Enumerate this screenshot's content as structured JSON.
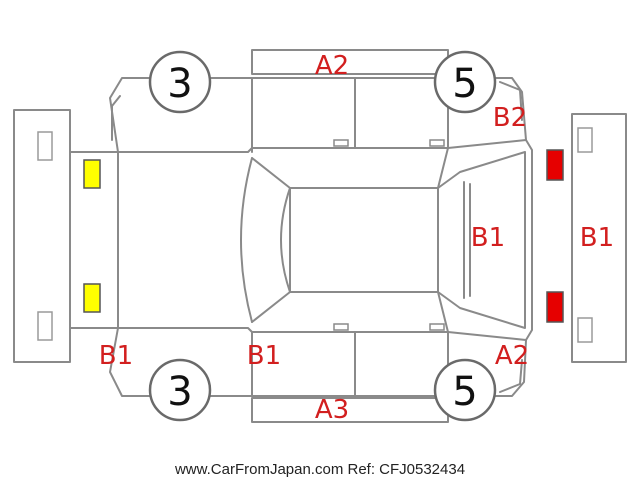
{
  "colors": {
    "outline": "#8a8a8a",
    "damage_code": "#d21f1f",
    "front_lamp": "#ffff00",
    "rear_lamp": "#e60000"
  },
  "wheels": {
    "front_left": "3",
    "rear_left": "5",
    "front_right": "3",
    "rear_right": "5"
  },
  "damage_codes": {
    "top_doors": "A2",
    "top_rear_corner": "B2",
    "rear_window": "B1",
    "rear_bumper": "B1",
    "front_bumper": "B1",
    "windshield_pillar": "B1",
    "bottom_doors": "A3",
    "bottom_rear_corner": "A2"
  },
  "footer": {
    "text": "www.CarFromJapan.com Ref: CFJ0532434"
  }
}
